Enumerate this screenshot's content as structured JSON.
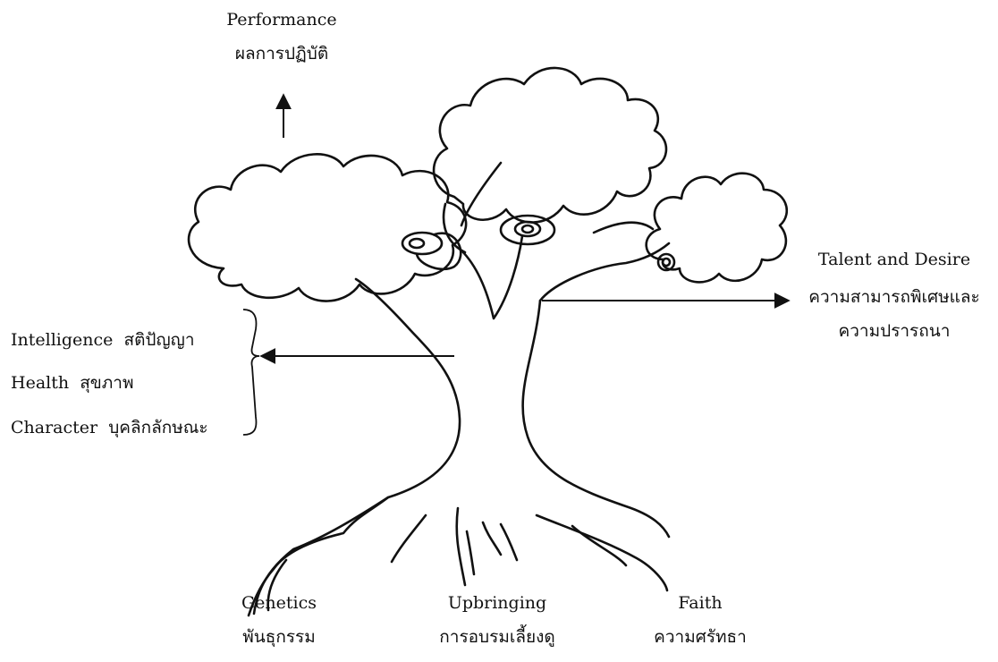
{
  "performance": {
    "en": "Performance",
    "th": "ผลการปฏิบัติ"
  },
  "talent": {
    "en": "Talent and Desire",
    "th1": "ความสามารถพิเศษและ",
    "th2": "ความปรารถนา"
  },
  "traits": [
    {
      "en": "Intelligence",
      "th": "สติปัญญา"
    },
    {
      "en": "Health",
      "th": "สุขภาพ"
    },
    {
      "en": "Character",
      "th": "บุคลิกลักษณะ"
    }
  ],
  "roots": [
    {
      "en": "Genetics",
      "th": "พันธุกรรม"
    },
    {
      "en": "Upbringing",
      "th": "การอบรมเลี้ยงดู"
    },
    {
      "en": "Faith",
      "th": "ความศรัทธา"
    }
  ],
  "colors": {
    "ink": "#111111",
    "background": "#ffffff"
  }
}
